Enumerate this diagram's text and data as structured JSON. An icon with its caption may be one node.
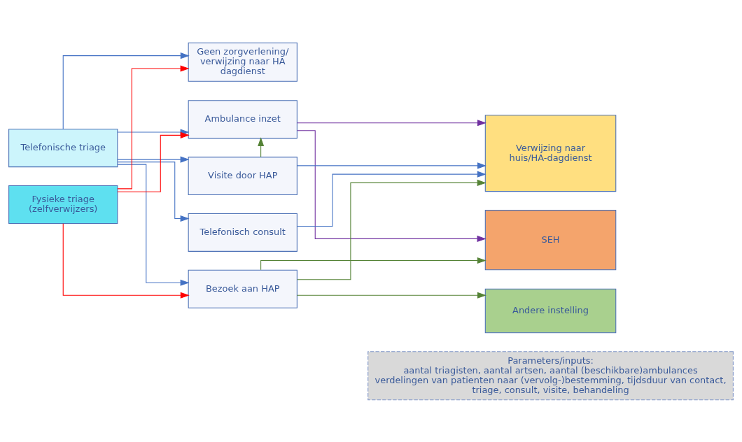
{
  "diagram": {
    "nodes": [
      {
        "text": [
          "Telefonische triage"
        ]
      },
      {
        "text": [
          "Fysieke triage (zelfverwijzers)"
        ]
      },
      {
        "text": [
          "Geen zorgverlening/ verwijzing naar HA dagdienst"
        ]
      },
      {
        "text": [
          "Ambulance inzet"
        ]
      },
      {
        "text": [
          "Visite door HAP"
        ]
      },
      {
        "text": [
          "Telefonisch consult"
        ]
      },
      {
        "text": [
          "Bezoek aan HAP"
        ]
      },
      {
        "text": [
          "Verwijzing naar huis/HA-dagdienst"
        ]
      },
      {
        "text": [
          "SEH"
        ]
      },
      {
        "text": [
          "Andere instelling"
        ]
      },
      {
        "text": [
          "Parameters/inputs:",
          "aantal triagisten, aantal artsen, aantal (beschikbare)ambulances verdelingen van patienten naar (vervolg-)bestemming, tijdsduur van contact, triage, consult, visite, behandeling"
        ]
      }
    ],
    "edges": [
      {
        "from": 0,
        "to": 2,
        "arrow": "to",
        "color": "#4472c4"
      },
      {
        "from": 0,
        "to": 3,
        "arrow": "to",
        "color": "#4472c4"
      },
      {
        "from": 0,
        "to": 4,
        "arrow": "to",
        "color": "#4472c4"
      },
      {
        "from": 0,
        "to": 5,
        "arrow": "to",
        "color": "#4472c4"
      },
      {
        "from": 0,
        "to": 6,
        "arrow": "to",
        "color": "#4472c4"
      },
      {
        "from": 1,
        "to": 2,
        "arrow": "to",
        "color": "#ff0000"
      },
      {
        "from": 1,
        "to": 3,
        "arrow": "to",
        "color": "#ff0000"
      },
      {
        "from": 1,
        "to": 6,
        "arrow": "to",
        "color": "#ff0000"
      },
      {
        "from": 4,
        "to": 3,
        "arrow": "to",
        "color": "#548235"
      },
      {
        "from": 3,
        "to": 7,
        "arrow": "to",
        "color": "#7030a0"
      },
      {
        "from": 3,
        "to": 8,
        "arrow": "to",
        "color": "#7030a0"
      },
      {
        "from": 4,
        "to": 7,
        "arrow": "to",
        "color": "#4472c4"
      },
      {
        "from": 5,
        "to": 7,
        "arrow": "to",
        "color": "#4472c4"
      },
      {
        "from": 6,
        "to": 7,
        "arrow": "to",
        "color": "#548235"
      },
      {
        "from": 6,
        "to": 8,
        "arrow": "to",
        "color": "#548235"
      },
      {
        "from": 6,
        "to": 9,
        "arrow": "to",
        "color": "#548235"
      }
    ]
  }
}
